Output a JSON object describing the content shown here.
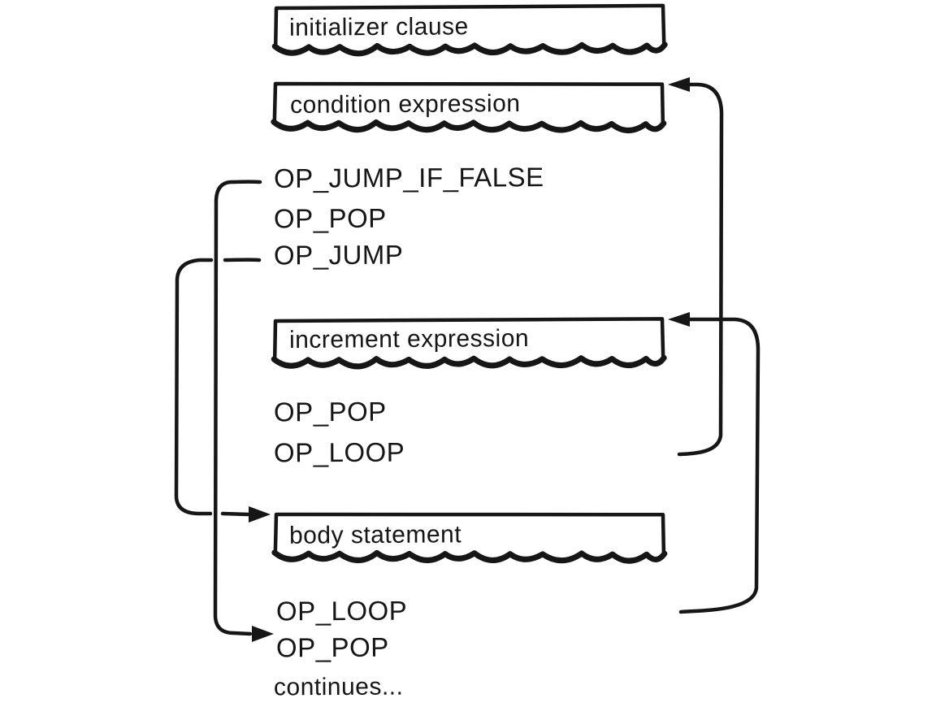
{
  "diagram": {
    "background_color": "#ffffff",
    "ink_color": "#161616",
    "boxes": [
      {
        "label": "initializer clause"
      },
      {
        "label": "condition expression"
      },
      {
        "label": "increment expression"
      },
      {
        "label": "body statement"
      }
    ],
    "opcodes": {
      "after_condition": [
        "OP_JUMP_IF_FALSE",
        "OP_POP",
        "OP_JUMP"
      ],
      "after_increment": [
        "OP_POP",
        "OP_LOOP"
      ],
      "after_body": [
        "OP_LOOP",
        "OP_POP"
      ],
      "footer": "continues..."
    },
    "edges": [
      {
        "from": "OP_JUMP_IF_FALSE",
        "to": "exit OP_POP",
        "side": "left-inner"
      },
      {
        "from": "OP_JUMP",
        "to": "body statement",
        "side": "left-outer"
      },
      {
        "from": "increment OP_LOOP",
        "to": "condition expression",
        "side": "right-inner"
      },
      {
        "from": "body OP_LOOP",
        "to": "increment expression",
        "side": "right-outer"
      }
    ]
  }
}
